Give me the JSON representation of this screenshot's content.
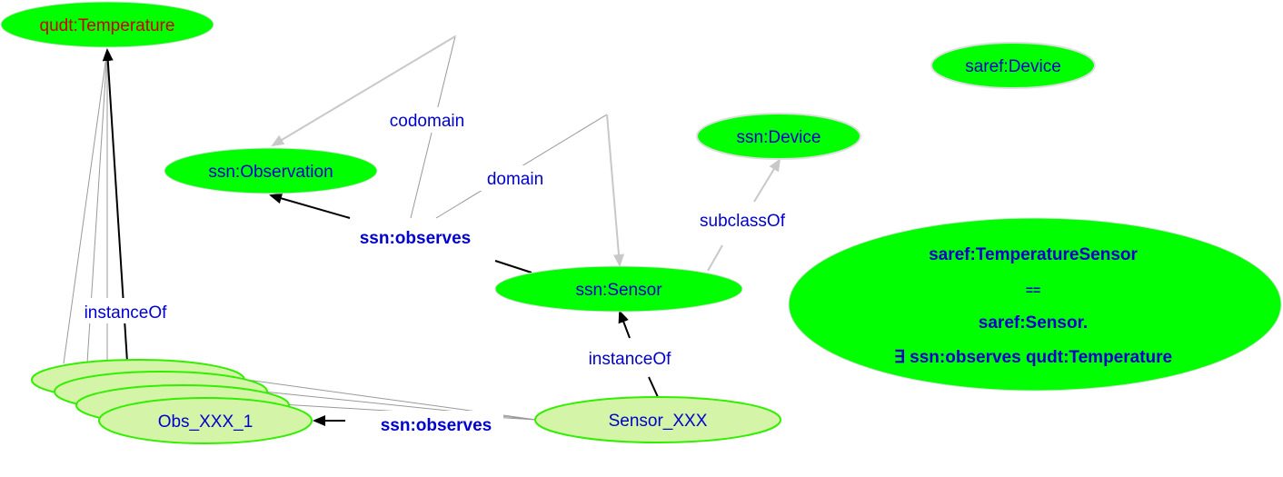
{
  "colors": {
    "class_fill": "#00ff00",
    "instance_fill": "#d4f5a8",
    "instance_stroke": "#33ee00",
    "text": "#0000cc",
    "highlight_text": "#cc0000",
    "gray_edge": "#c8c8c8",
    "dark_edge": "#000000"
  },
  "nodes": {
    "qudt_temperature": "qudt:Temperature",
    "ssn_observation": "ssn:Observation",
    "ssn_sensor": "ssn:Sensor",
    "ssn_device": "ssn:Device",
    "saref_device": "saref:Device",
    "obs_instance": "Obs_XXX_1",
    "sensor_instance": "Sensor_XXX"
  },
  "definition": {
    "line1": "saref:TemperatureSensor",
    "line2": "==",
    "line3": "saref:Sensor.",
    "line4": "∃ ssn:observes qudt:Temperature"
  },
  "edge_labels": {
    "codomain": "codomain",
    "domain": "domain",
    "observes_property": "ssn:observes",
    "subclass_of": "subclassOf",
    "instance_of_obs": "instanceOf",
    "instance_of_sensor": "instanceOf",
    "observes_instance": "ssn:observes"
  }
}
